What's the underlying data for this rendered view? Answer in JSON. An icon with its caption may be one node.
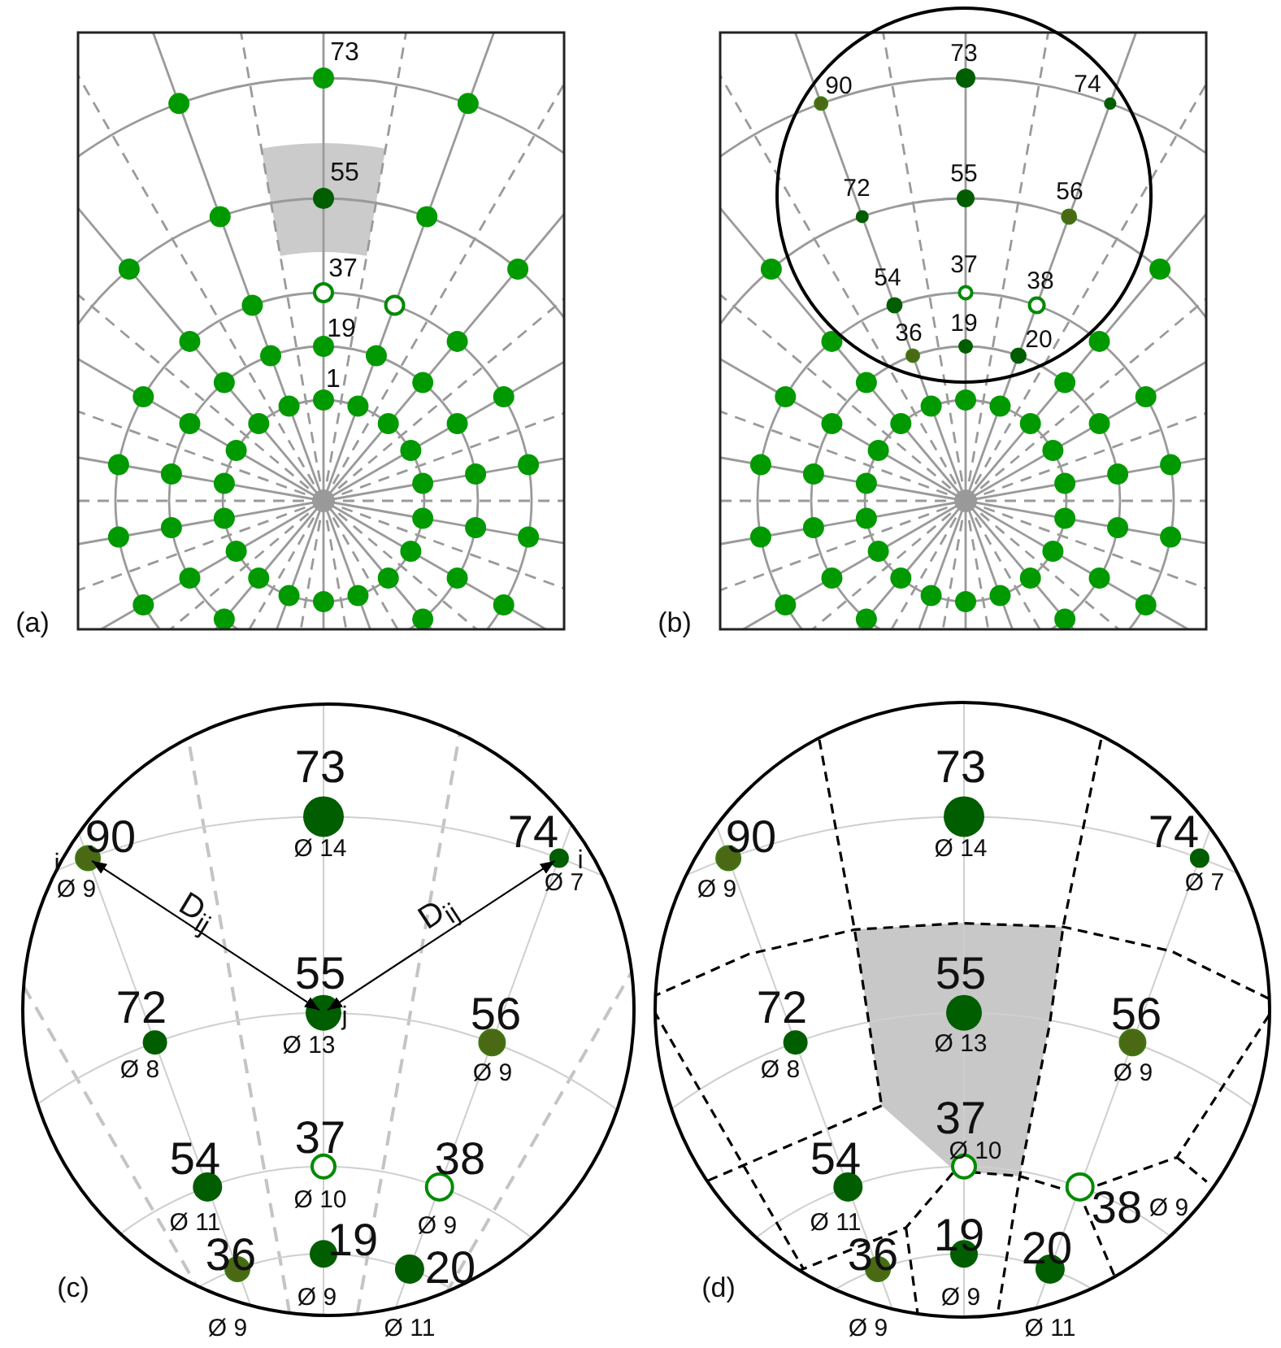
{
  "diagram": {
    "labels": [
      "73",
      "55",
      "37",
      "19",
      "1",
      "(a)",
      "73",
      "90",
      "74",
      "72",
      "55",
      "56",
      "54",
      "37",
      "38",
      "36",
      "19",
      "20",
      "(b)",
      "73",
      "Ø 14",
      "90",
      "i",
      "Ø 9",
      "74",
      "i",
      "Ø 7",
      "D$_{ij}$",
      "D$_{ij}$",
      "55",
      "j",
      "Ø 13",
      "72",
      "Ø 8",
      "56",
      "Ø 9",
      "54",
      "37",
      "38",
      "Ø 11",
      "Ø 10",
      "Ø 9",
      "19",
      "36",
      "20",
      "Ø 9",
      "Ø 9",
      "Ø 11",
      "(c)",
      "73",
      "Ø 14",
      "90",
      "74",
      "Ø 9",
      "Ø 7",
      "55",
      "Ø 13",
      "72",
      "Ø 8",
      "56",
      "Ø 9",
      "37",
      "Ø 10",
      "54",
      "38",
      "Ø 9",
      "Ø 11",
      "19",
      "36",
      "20",
      "Ø 9",
      "Ø 9",
      "Ø 11",
      "(d)"
    ]
  }
}
